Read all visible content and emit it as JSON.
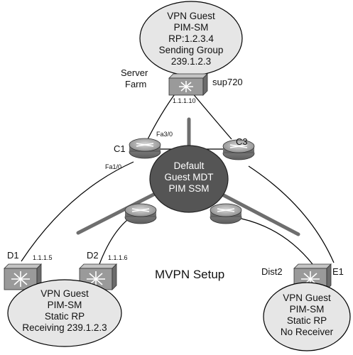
{
  "title": "MVPN Setup",
  "bubbles": {
    "top": [
      "VPN Guest",
      "PIM-SM",
      "RP:1.2.3.4",
      "Sending Group",
      "239.1.2.3"
    ],
    "left": [
      "VPN Guest",
      "PIM-SM",
      "Static RP",
      "Receiving 239.1.2.3"
    ],
    "right": [
      "VPN Guest",
      "PIM-SM",
      "Static RP",
      "No Receiver"
    ],
    "center": [
      "Default",
      "Guest MDT",
      "PIM SSM"
    ]
  },
  "labels": {
    "server_farm": [
      "Server",
      "Farm"
    ],
    "sup720": "sup720",
    "ip_server": "1.1.1.10",
    "c1": "C1",
    "c3": "C3",
    "fa30": "Fa3/0",
    "fa10": "Fa1/0",
    "d1": "D1",
    "d2": "D2",
    "ip_d1": "1.1.1.5",
    "ip_d2": "1.1.1.6",
    "dist2": "Dist2",
    "e1": "E1"
  },
  "colors": {
    "bubble_fill": "#e6e6e6",
    "center_fill": "#555555",
    "device_fill": "#9a9a9a",
    "line": "#000000",
    "bar": "#6e6e6e"
  },
  "icons": {
    "routers": "router-icon",
    "switches": "multilayer-switch-icon"
  }
}
